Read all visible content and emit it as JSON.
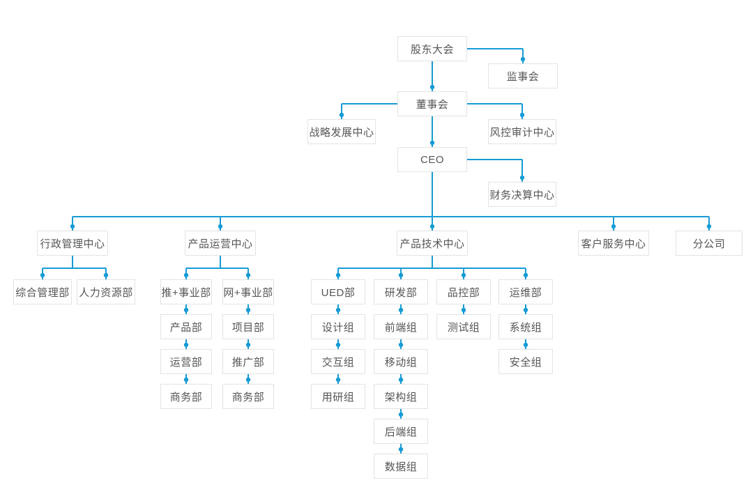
{
  "colors": {
    "line": "#169bd5",
    "dot": "#169bd5",
    "node_border": "#e3e3e3",
    "node_background": "#ffffff",
    "node_text": "#555555",
    "page_background": "#ffffff"
  },
  "org": {
    "nodes": [
      {
        "id": "shareholders-meeting",
        "label": "股东大会",
        "parent": null
      },
      {
        "id": "supervisory-board",
        "label": "监事会",
        "parent": "shareholders-meeting"
      },
      {
        "id": "board-of-directors",
        "label": "董事会",
        "parent": "shareholders-meeting"
      },
      {
        "id": "strategy-center",
        "label": "战略发展中心",
        "parent": "board-of-directors"
      },
      {
        "id": "risk-audit-center",
        "label": "风控审计中心",
        "parent": "board-of-directors"
      },
      {
        "id": "ceo",
        "label": "CEO",
        "parent": "board-of-directors"
      },
      {
        "id": "finance-center",
        "label": "财务决算中心",
        "parent": "ceo"
      },
      {
        "id": "admin-center",
        "label": "行政管理中心",
        "parent": "ceo"
      },
      {
        "id": "operations-center",
        "label": "产品运营中心",
        "parent": "ceo"
      },
      {
        "id": "tech-center",
        "label": "产品技术中心",
        "parent": "ceo"
      },
      {
        "id": "service-center",
        "label": "客户服务中心",
        "parent": "ceo"
      },
      {
        "id": "branch-company",
        "label": "分公司",
        "parent": "ceo"
      },
      {
        "id": "general-mgmt-dept",
        "label": "综合管理部",
        "parent": "admin-center"
      },
      {
        "id": "hr-dept",
        "label": "人力资源部",
        "parent": "admin-center"
      },
      {
        "id": "tui-division",
        "label": "推+事业部",
        "parent": "operations-center"
      },
      {
        "id": "wang-division",
        "label": "网+事业部",
        "parent": "operations-center"
      },
      {
        "id": "product-dept",
        "label": "产品部",
        "parent": "tui-division"
      },
      {
        "id": "operation-dept",
        "label": "运营部",
        "parent": "product-dept"
      },
      {
        "id": "business-dept-tui",
        "label": "商务部",
        "parent": "operation-dept"
      },
      {
        "id": "project-dept",
        "label": "项目部",
        "parent": "wang-division"
      },
      {
        "id": "promotion-dept",
        "label": "推广部",
        "parent": "project-dept"
      },
      {
        "id": "business-dept-wang",
        "label": "商务部",
        "parent": "promotion-dept"
      },
      {
        "id": "ued-dept",
        "label": "UED部",
        "parent": "tech-center"
      },
      {
        "id": "rd-dept",
        "label": "研发部",
        "parent": "tech-center"
      },
      {
        "id": "qc-dept",
        "label": "品控部",
        "parent": "tech-center"
      },
      {
        "id": "ops-dept",
        "label": "运维部",
        "parent": "tech-center"
      },
      {
        "id": "design-group",
        "label": "设计组",
        "parent": "ued-dept"
      },
      {
        "id": "interaction-group",
        "label": "交互组",
        "parent": "design-group"
      },
      {
        "id": "research-group",
        "label": "用研组",
        "parent": "interaction-group"
      },
      {
        "id": "frontend-group",
        "label": "前端组",
        "parent": "rd-dept"
      },
      {
        "id": "mobile-group",
        "label": "移动组",
        "parent": "frontend-group"
      },
      {
        "id": "architecture-group",
        "label": "架构组",
        "parent": "mobile-group"
      },
      {
        "id": "backend-group",
        "label": "后端组",
        "parent": "architecture-group"
      },
      {
        "id": "data-group",
        "label": "数据组",
        "parent": "backend-group"
      },
      {
        "id": "test-group",
        "label": "测试组",
        "parent": "qc-dept"
      },
      {
        "id": "system-group",
        "label": "系统组",
        "parent": "ops-dept"
      },
      {
        "id": "security-group",
        "label": "安全组",
        "parent": "system-group"
      }
    ]
  }
}
